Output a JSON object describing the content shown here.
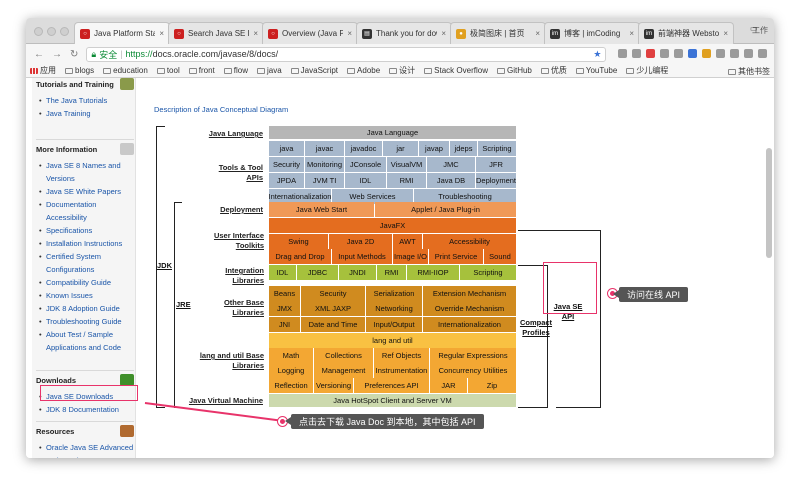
{
  "browser": {
    "tabs": [
      {
        "title": "Java Platform Sta",
        "fav_color": "#cc2020",
        "fav": "○",
        "active": true
      },
      {
        "title": "Search Java SE D",
        "fav_color": "#cc2020",
        "fav": "○"
      },
      {
        "title": "Overview (Java Pl",
        "fav_color": "#cc2020",
        "fav": "○"
      },
      {
        "title": "Thank you for dow",
        "fav_color": "#333333",
        "fav": "▤"
      },
      {
        "title": "极简图床 | 首页",
        "fav_color": "#e0a020",
        "fav": "●"
      },
      {
        "title": "博客 | imCoding",
        "fav_color": "#333333",
        "fav": "im"
      },
      {
        "title": "前端神器 Webstor",
        "fav_color": "#333333",
        "fav": "im"
      }
    ],
    "profile": "工作",
    "secure_label": "安全",
    "url_prefix": "https://",
    "url_rest": "docs.oracle.com/javase/8/docs/",
    "bookmarks": [
      "应用",
      "blogs",
      "education",
      "tool",
      "front",
      "flow",
      "java",
      "JavaScript",
      "Adobe",
      "设计",
      "Stack Overflow",
      "GitHub",
      "优质",
      "YouTube",
      "少儿编程"
    ],
    "bookmarks_right": "其他书签"
  },
  "sidebar": {
    "sections": [
      {
        "title": "Tutorials and Training",
        "items": [
          "The Java Tutorials",
          "Java Training"
        ]
      },
      {
        "title": "More Information",
        "items": [
          "Java SE 8 Names and Versions",
          "Java SE White Papers",
          "Documentation Accessibility",
          "Specifications",
          "Installation Instructions",
          "Certified System Configurations",
          "Compatibility Guide",
          "Known Issues",
          "JDK 8 Adoption Guide",
          "Troubleshooting Guide",
          "About Test / Sample Applications and Code"
        ]
      },
      {
        "title": "Downloads",
        "items": [
          "Java SE Downloads",
          "JDK 8 Documentation"
        ]
      },
      {
        "title": "Resources",
        "items": [
          "Oracle Java SE Advanced and Oracle"
        ]
      }
    ]
  },
  "diagram": {
    "desc_link": "Description of Java Conceptual Diagram",
    "left_labels": {
      "jdk": "JDK",
      "jre": "JRE",
      "java_language": "Java Language",
      "tools": "Tools & Tool APIs",
      "deployment": "Deployment",
      "ui": "User Interface Toolkits",
      "integration": "Integration Libraries",
      "other_base": "Other Base Libraries",
      "lang_util": "lang and util Base Libraries",
      "jvm": "Java Virtual Machine"
    },
    "right_labels": {
      "compact": "Compact Profiles",
      "javase_api": "Java SE API"
    },
    "colors": {
      "gray": "#b6b6b6",
      "blue": "#a7b8cc",
      "orange": "#f09957",
      "dark_orange": "#e46d1f",
      "gold": "#f3a733",
      "green": "#a6c13c",
      "brown": "#d08b1f",
      "yellow": "#f9c142",
      "pale_green": "#ccd9ad"
    },
    "cells": {
      "lang_header": "Java Language",
      "tools_r1": [
        "java",
        "javac",
        "javadoc",
        "jar",
        "javap",
        "jdeps",
        "Scripting"
      ],
      "tools_r2": [
        "Security",
        "Monitoring",
        "JConsole",
        "VisualVM",
        "JMC",
        "JFR"
      ],
      "tools_r3": [
        "JPDA",
        "JVM TI",
        "IDL",
        "RMI",
        "Java DB",
        "Deployment"
      ],
      "tools_r4": [
        "Internationalization",
        "Web Services",
        "Troubleshooting"
      ],
      "deploy": [
        "Java Web Start",
        "Applet / Java Plug-in"
      ],
      "ui_r1": "JavaFX",
      "ui_r2": [
        "Swing",
        "Java 2D",
        "AWT",
        "Accessibility"
      ],
      "ui_r3": [
        "Drag and Drop",
        "Input Methods",
        "Image I/O",
        "Print Service",
        "Sound"
      ],
      "integ": [
        "IDL",
        "JDBC",
        "JNDI",
        "RMI",
        "RMI-IIOP",
        "Scripting"
      ],
      "other_r1": [
        "Beans",
        "Security",
        "Serialization",
        "Extension Mechanism"
      ],
      "other_r2": [
        "JMX",
        "XML JAXP",
        "Networking",
        "Override Mechanism"
      ],
      "other_r3": [
        "JNI",
        "Date and Time",
        "Input/Output",
        "Internationalization"
      ],
      "lang_util_header": "lang and util",
      "lu_r1": [
        "Math",
        "Collections",
        "Ref Objects",
        "Regular Expressions"
      ],
      "lu_r2": [
        "Logging",
        "Management",
        "Instrumentation",
        "Concurrency Utilities"
      ],
      "lu_r3": [
        "Reflection",
        "Versioning",
        "Preferences API",
        "JAR",
        "Zip"
      ],
      "jvm": "Java HotSpot Client and Server VM"
    }
  },
  "annotations": {
    "online_api": "访问在线 API",
    "download_doc": "点击去下载 Java Doc 到本地，其中包括 API",
    "accent": "#e8336a"
  }
}
